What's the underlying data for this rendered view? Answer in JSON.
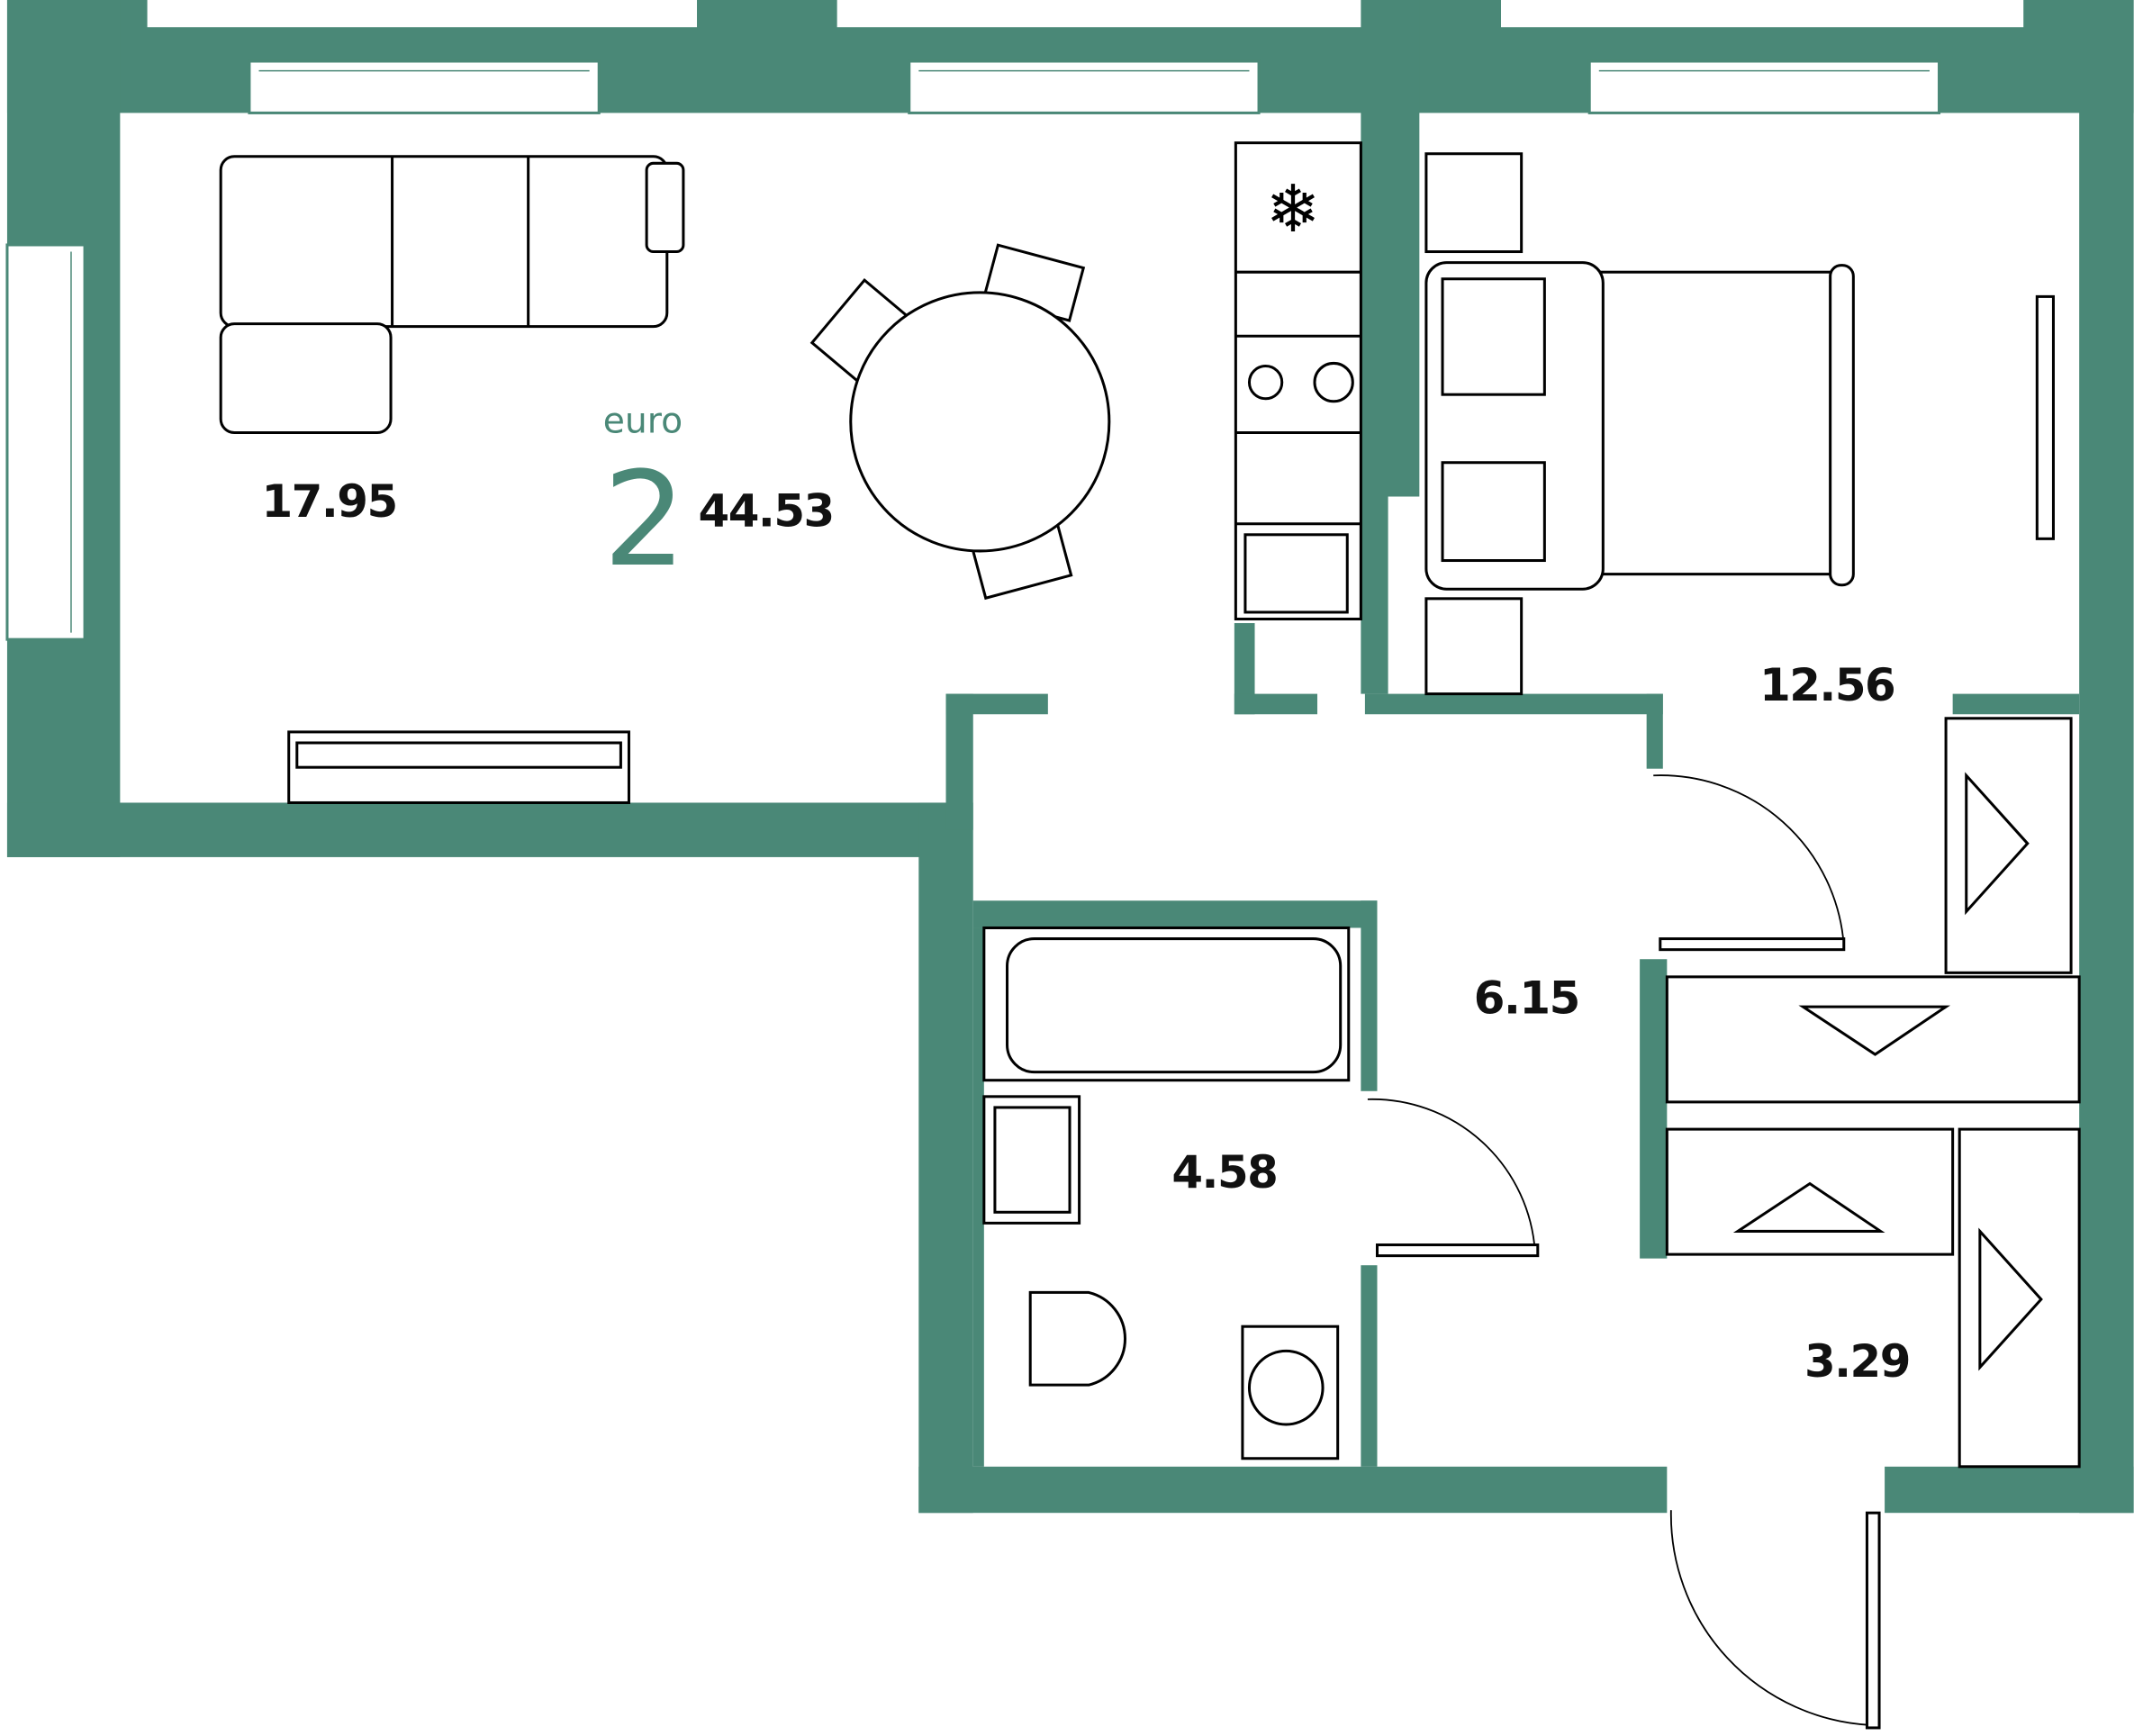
{
  "plan": {
    "type_label": "euro",
    "rooms_count": "2",
    "total_area": "44.53",
    "accent_color": "#4a8877"
  },
  "rooms": {
    "living": "17.95",
    "bedroom": "12.56",
    "hall": "6.15",
    "bathroom": "4.58",
    "entry": "3.29"
  }
}
